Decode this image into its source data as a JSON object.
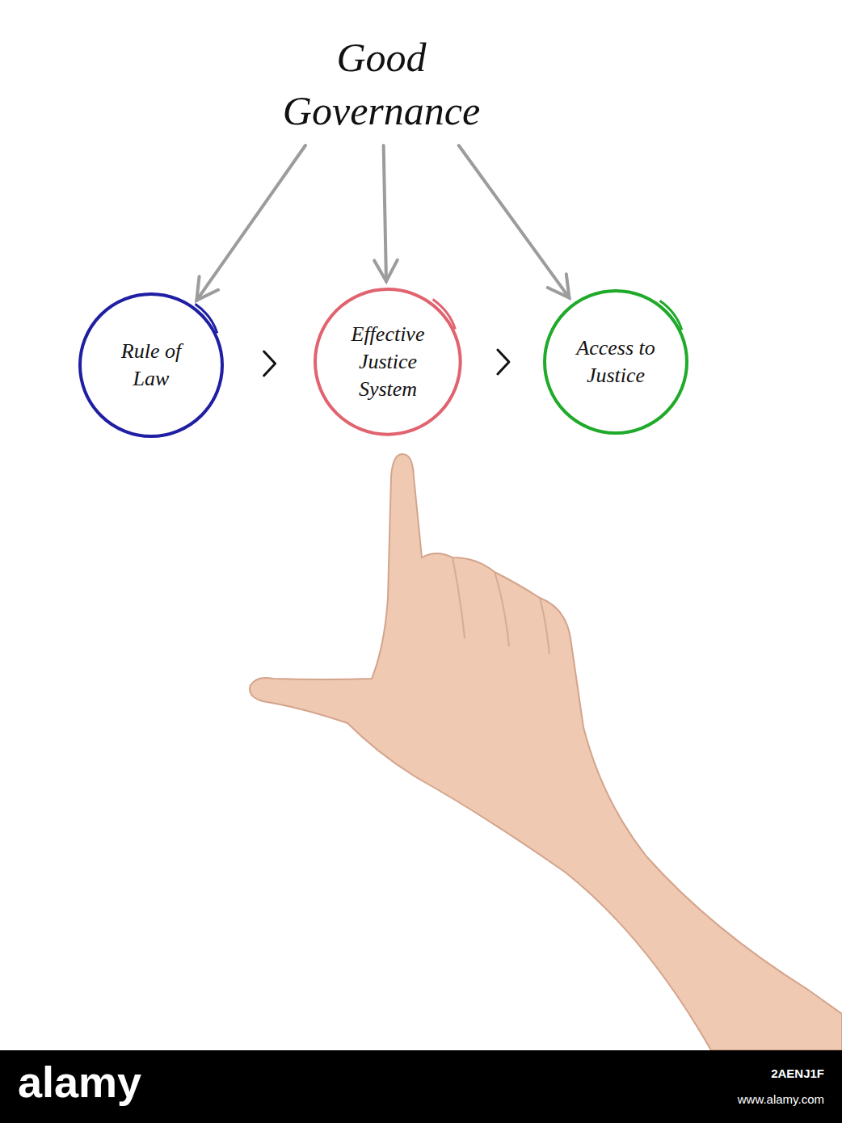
{
  "diagram": {
    "nodes": [
      {
        "text": [
          "Good Governance"
        ]
      },
      {
        "text": [
          "Rule of Law"
        ]
      },
      {
        "text": [
          "Effective Justice System"
        ]
      },
      {
        "text": [
          "Access to Justice"
        ]
      }
    ],
    "edges": [
      {
        "from": 0,
        "to": 1,
        "arrow": "to"
      },
      {
        "from": 0,
        "to": 2,
        "arrow": "to"
      },
      {
        "from": 0,
        "to": 3,
        "arrow": "to"
      },
      {
        "from": 1,
        "to": 2,
        "arrow": "to"
      },
      {
        "from": 2,
        "to": 3,
        "arrow": "to"
      }
    ],
    "labels": [
      "alamy",
      "2AENJ1F",
      "www.alamy.com"
    ]
  }
}
